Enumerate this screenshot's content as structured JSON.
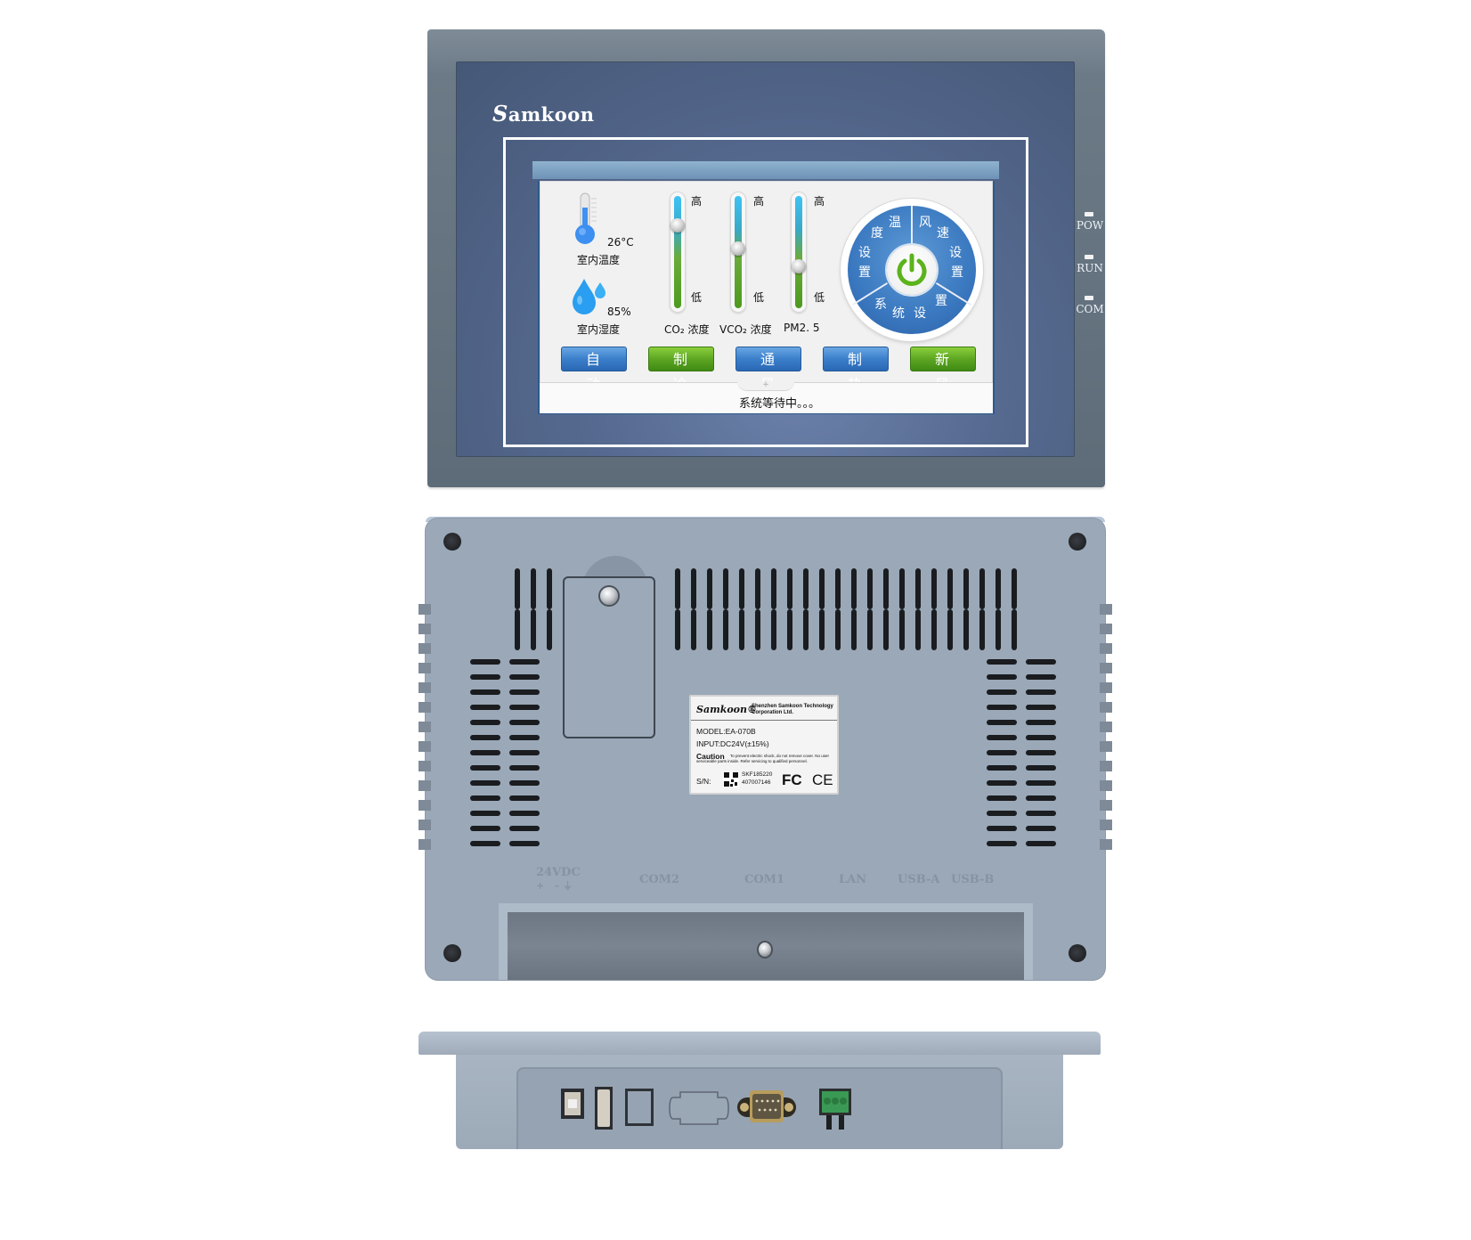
{
  "device": {
    "brand": "Samkoon",
    "views": [
      "front",
      "back",
      "bottom"
    ]
  },
  "front": {
    "brand_logo": "Samkoon",
    "leds": [
      {
        "label": "POW"
      },
      {
        "label": "RUN"
      },
      {
        "label": "COM"
      }
    ],
    "screen": {
      "temperature": {
        "value": "26°C",
        "label": "室内温度"
      },
      "humidity": {
        "value": "85%",
        "label": "室内湿度"
      },
      "sliders": [
        {
          "label": "CO₂ 浓度",
          "high": "高",
          "low": "低",
          "position_pct": 25
        },
        {
          "label": "VCO₂ 浓度",
          "high": "高",
          "low": "低",
          "position_pct": 48
        },
        {
          "label": "PM2. 5",
          "high": "高",
          "low": "低",
          "position_pct": 62
        }
      ],
      "dial_menu": {
        "segments": [
          {
            "label": "温度设置",
            "chars": [
              "温",
              "度",
              "设",
              "置"
            ]
          },
          {
            "label": "风速设置",
            "chars": [
              "风",
              "速",
              "设",
              "置"
            ]
          },
          {
            "label": "系统设置",
            "chars": [
              "系",
              "统",
              "设",
              "置"
            ]
          }
        ],
        "center": "power-icon"
      },
      "mode_buttons": [
        {
          "label": "自 动",
          "color": "#3b7fcb"
        },
        {
          "label": "制 冷",
          "color": "#5da622"
        },
        {
          "label": "通 风",
          "color": "#3b7fcb"
        },
        {
          "label": "制 热",
          "color": "#3b7fcb"
        },
        {
          "label": "新 风",
          "color": "#5da622"
        }
      ],
      "status_text": "系统等待中。。。"
    }
  },
  "back": {
    "nameplate": {
      "brand": "Samkoon®",
      "company": "Shenzhen Samkoon Technology Corporation Ltd.",
      "model": "MODEL:EA-070B",
      "input": "INPUT:DC24V(±15%)",
      "caution_title": "Caution",
      "caution_text": "To prevent electric shock, do not remove cover. No user serviceable parts inside. Refer servicing to qualified personnel.",
      "sn_label": "S/N:",
      "sn_line1": "SKF185220",
      "sn_line2": "407007146",
      "marks": [
        "FC",
        "CE"
      ]
    },
    "port_labels": [
      "24VDC",
      "COM2",
      "COM1",
      "LAN",
      "USB-A",
      "USB-B"
    ]
  },
  "bottom": {
    "ports": [
      "usb-b-port",
      "usb-a-port",
      "lan-port",
      "com2-port",
      "com1-db9-port",
      "power-terminal"
    ]
  },
  "colors": {
    "bezel": "#55698f",
    "housing": "#9aa8b8",
    "button_blue": "#3b7fcb",
    "button_green": "#5da622",
    "power_icon": "#5cb31c"
  }
}
